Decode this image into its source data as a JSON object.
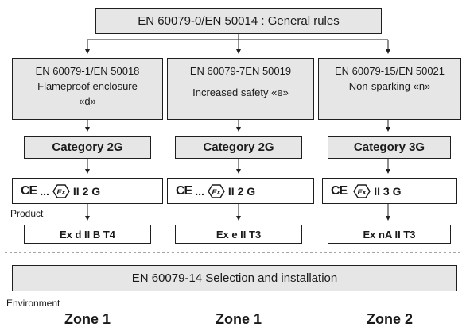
{
  "top": {
    "title": "EN 60079-0/EN 50014 : General rules"
  },
  "columns": [
    {
      "standard": "EN 60079-1/EN 50018",
      "desc1": "Flameproof enclosure",
      "desc2": "«d»",
      "category": "Category 2G",
      "mark_ce": "CE",
      "mark_dots": "...",
      "mark_group": "II 2 G",
      "product": "Ex d II B T4"
    },
    {
      "standard": "EN 60079-7EN 50019",
      "desc1": "Increased safety «e»",
      "desc2": "",
      "category": "Category 2G",
      "mark_ce": "CE",
      "mark_dots": "...",
      "mark_group": "II 2 G",
      "product": "Ex e II T3"
    },
    {
      "standard": "EN 60079-15/EN 50021",
      "desc1": "Non-sparking «n»",
      "desc2": "",
      "category": "Category 3G",
      "mark_ce": "CE",
      "mark_dots": "",
      "mark_group": "II 3 G",
      "product": "Ex nA II T3"
    }
  ],
  "labels": {
    "product": "Product",
    "environment": "Environment"
  },
  "selection": {
    "title": "EN 60079-14 Selection and installation"
  },
  "zones": [
    "Zone 1",
    "Zone 1",
    "Zone 2"
  ],
  "icons": {
    "ex_symbol": "ex-hexagon-icon"
  }
}
